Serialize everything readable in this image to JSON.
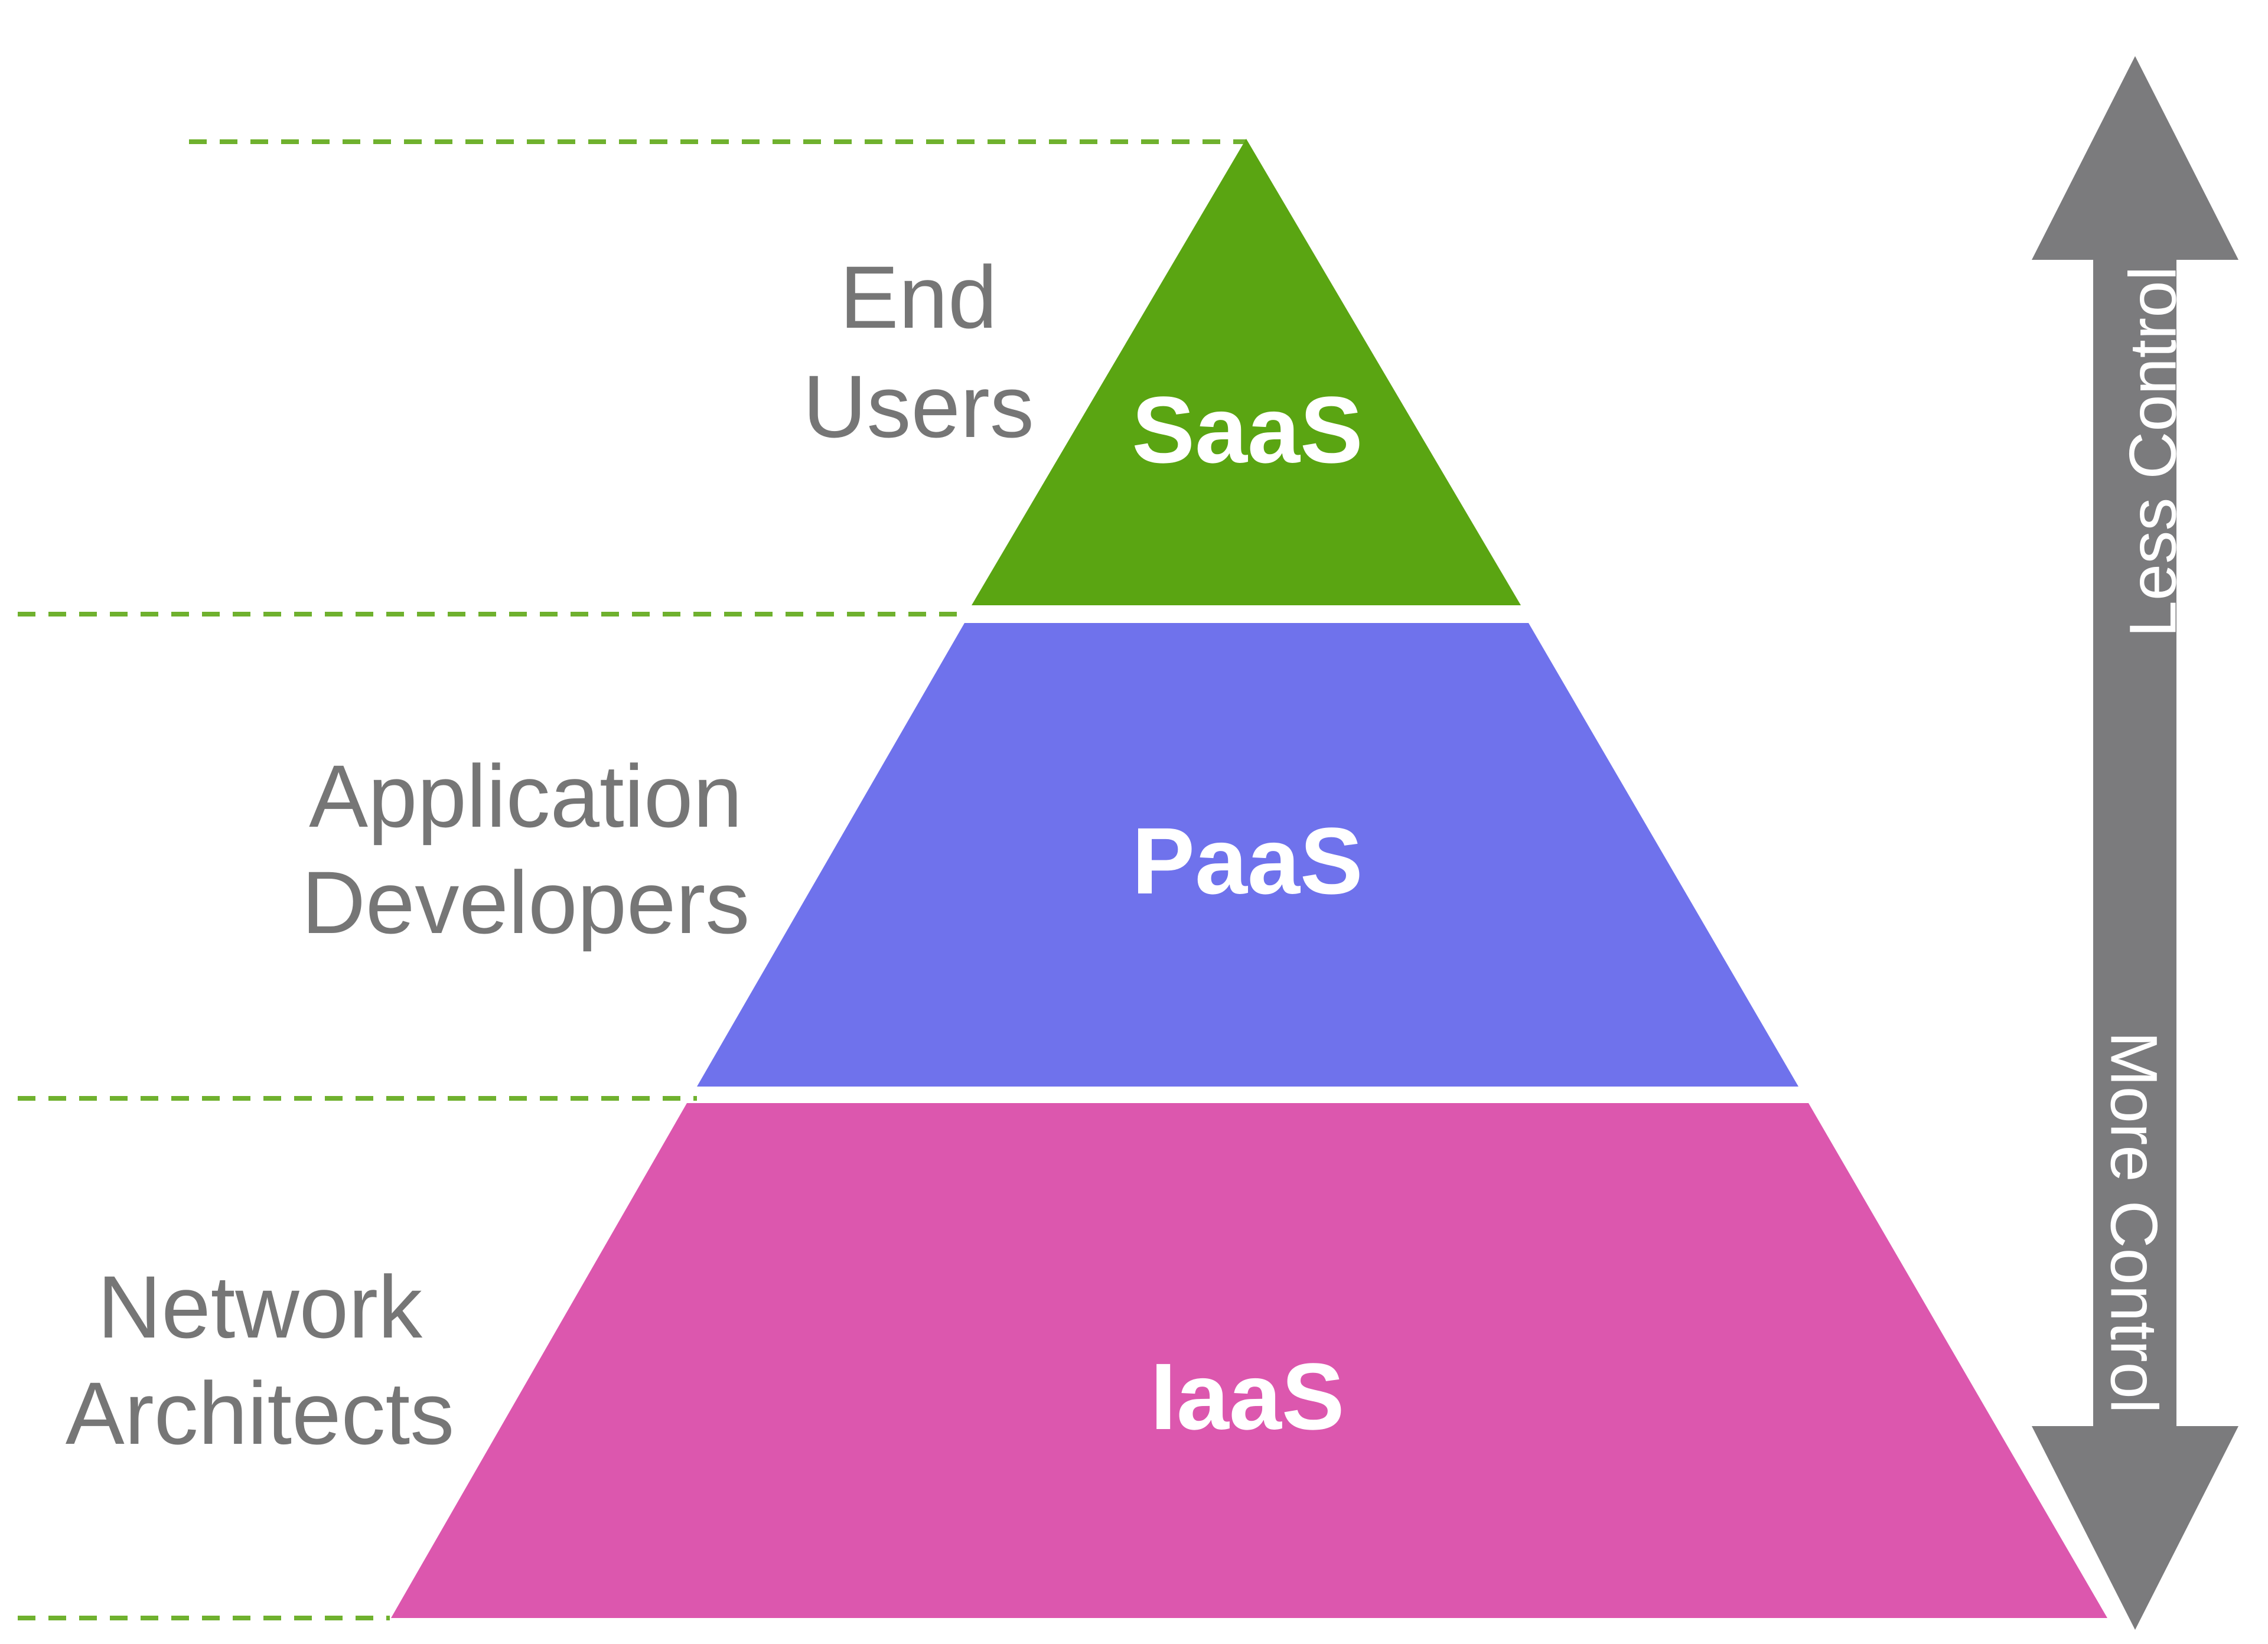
{
  "tiers": [
    {
      "id": "saas",
      "label": "SaaS",
      "audience": [
        "End",
        "Users"
      ],
      "color": "#5aa512"
    },
    {
      "id": "paas",
      "label": "PaaS",
      "audience": [
        "Application",
        "Developers"
      ],
      "color": "#6f72ec"
    },
    {
      "id": "iaas",
      "label": "IaaS",
      "audience": [
        "Network",
        "Architects"
      ],
      "color": "#dc57ae"
    }
  ],
  "control_axis": {
    "top_label": "Less Control",
    "bottom_label": "More Control",
    "color": "#7b7b7d"
  },
  "colors": {
    "guide_line": "#6fb12e",
    "label_text": "#767676"
  }
}
